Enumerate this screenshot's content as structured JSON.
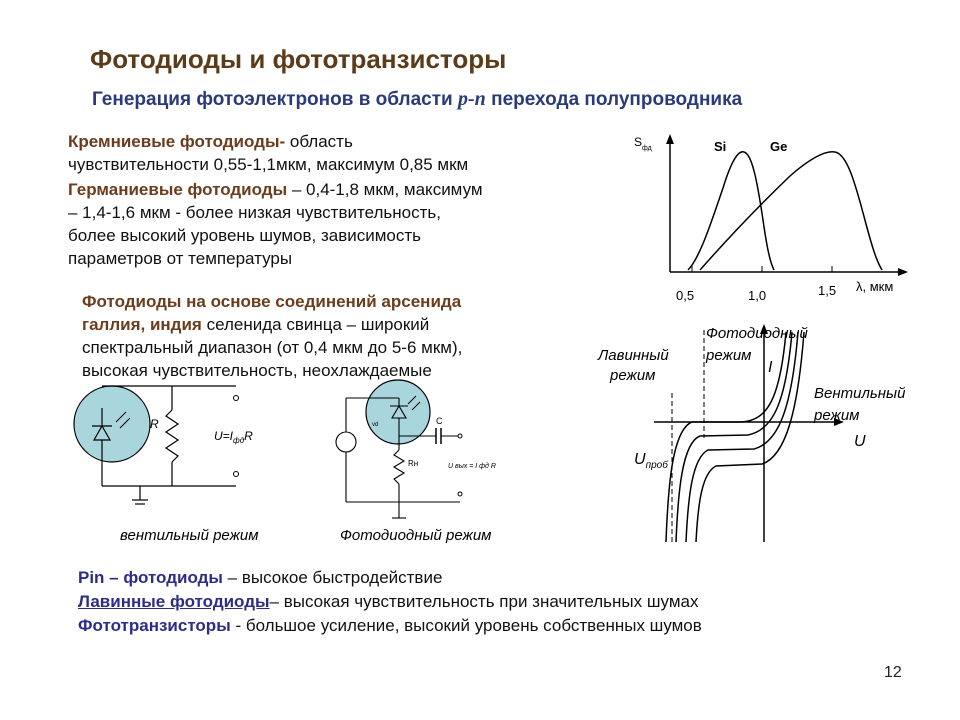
{
  "slide": {
    "title": "Фотодиоды и фототранзисторы",
    "subtitle_pre": "Генерация фотоэлектронов в области ",
    "subtitle_pn": "p-n",
    "subtitle_post": " перехода полупроводника",
    "page_number": "12"
  },
  "si_block": {
    "term": "Кремниевые фотодиоды-",
    "line1_rest": " область",
    "line2": "чувствительности 0,55-1,1мкм, максимум 0,85 мкм"
  },
  "ge_block": {
    "term": "Германиевые фотодиоды",
    "line1_rest": " – 0,4-1,8 мкм, максимум",
    "line2": "– 1,4-1,6 мкм -  более низкая чувствительность,",
    "line3": "более высокий уровень шумов, зависимость",
    "line4": "параметров от температуры"
  },
  "gaas_block": {
    "line1": "Фотодиоды на основе соединений арсенида",
    "line2_term": "галлия, индия",
    "line2_rest": " селенида свинца – широкий",
    "line3": "спектральный диапазон (от 0,4 мкм до 5-6 мкм),",
    "line4": "высокая чувствительность, неохлаждаемые"
  },
  "spectral_chart": {
    "y_label": "S",
    "y_sub": "фд",
    "x_label": "λ, мкм",
    "x_ticks": [
      "0,5",
      "1,0",
      "1,5"
    ],
    "series_si": "Si",
    "series_ge": "Ge"
  },
  "iv_chart": {
    "label_avalanche_1": "Лавинный",
    "label_avalanche_2": "режим",
    "label_photodiode_1": "Фотодиодный",
    "label_photodiode_2": "режим",
    "label_valve_1": "Вентильный",
    "label_valve_2": "режим",
    "axis_i": "I",
    "axis_u": "U",
    "u_breakdown": "U",
    "u_breakdown_sub": "проб"
  },
  "circuit_valve": {
    "label_r": "R",
    "formula_u": "U=I",
    "formula_sub": "фд",
    "formula_r": "R",
    "caption": "вентильный режим"
  },
  "circuit_photodiode": {
    "label_c": "C",
    "label_rn": "Rн",
    "label_vd": "vd",
    "formula": "U вых = I фд R",
    "caption": "Фотодиодный режим"
  },
  "bottom_list": [
    {
      "term": "Pin – фотодиоды",
      "rest": " – высокое быстродействие"
    },
    {
      "term": "Лавинные фотодиоды",
      "rest": "– высокая чувствительность при значительных шумах"
    },
    {
      "term": "Фототранзисторы",
      "rest": " - большое усиление, высокий уровень собственных шумов"
    }
  ],
  "colors": {
    "title": "#5a3c1a",
    "subtitle": "#2a3a7a",
    "term_brown": "#6b3d1e",
    "term_navy": "#2d2d88",
    "diode_fill": "#a9d6dc"
  }
}
